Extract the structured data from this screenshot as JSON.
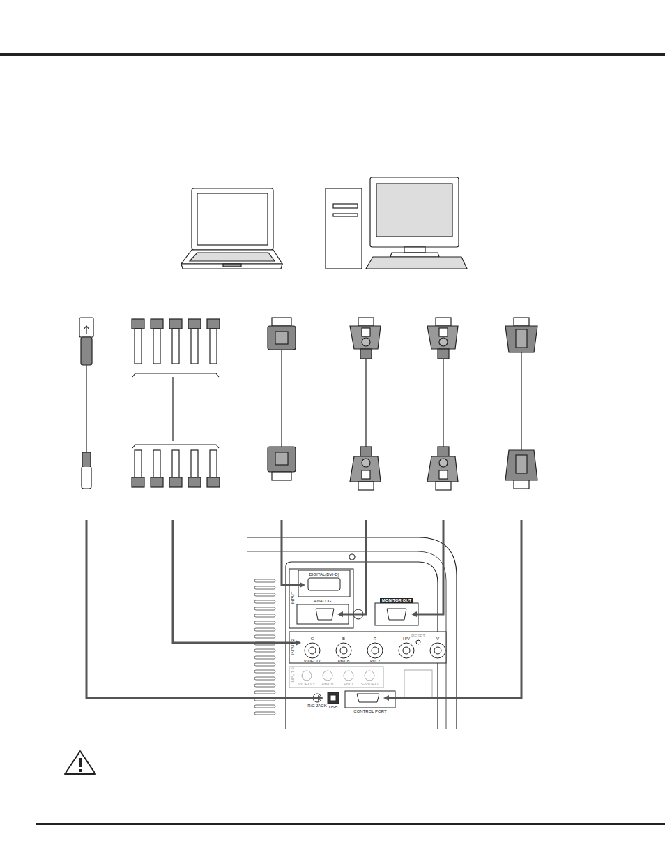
{
  "diagram": {
    "labels": [
      "INPUT",
      "DIGITAL(DVI-D)",
      "ANALOG",
      "MONITOR OUT",
      "G",
      "B",
      "R",
      "H/V",
      "V",
      "VIDEO/Y",
      "Pb/Cb",
      "Pr/Cr",
      "INPUT 2",
      "RESET",
      "INPUT 3",
      "VIDEO/Y",
      "Pb/Cb",
      "Pr/Cr",
      "S-VIDEO",
      "R/C JACK",
      "USB",
      "CONTROL PORT"
    ]
  }
}
